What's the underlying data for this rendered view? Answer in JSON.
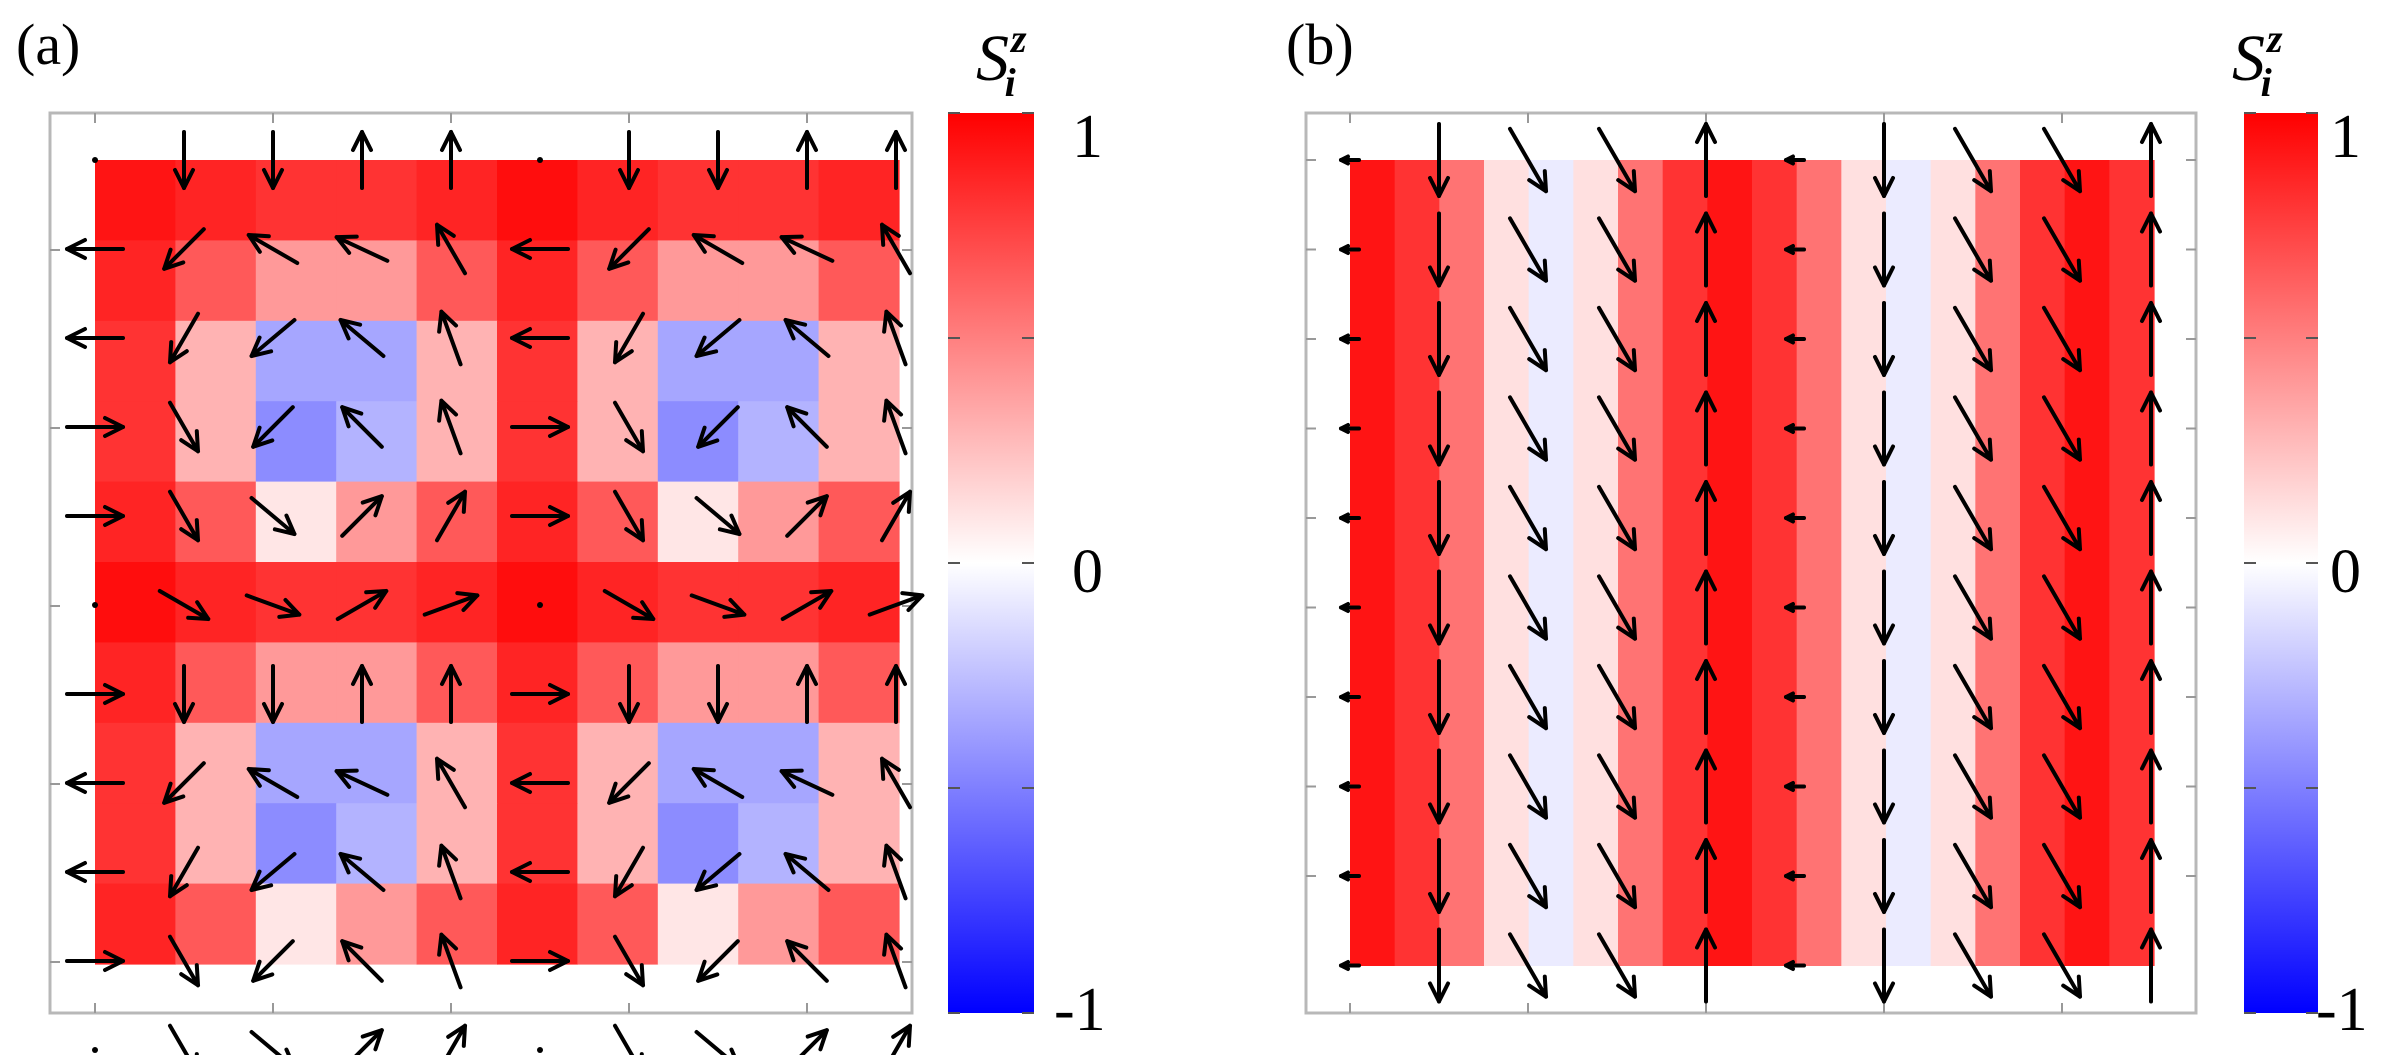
{
  "figure": {
    "panel_labels": [
      "(a)",
      "(b)"
    ],
    "colorbar": {
      "title_base": "S",
      "title_sub": "i",
      "title_sup": "z",
      "tick_labels": [
        "1",
        "0",
        "-1"
      ],
      "ticks": [
        1,
        0,
        -1
      ],
      "range": [
        -1,
        1
      ],
      "colors": {
        "low": "#0000ff",
        "mid": "#ffffff",
        "high": "#ff0000"
      }
    }
  },
  "chart_data": [
    {
      "type": "heatmap",
      "panel": "(a)",
      "title": "",
      "xlabel": "",
      "ylabel": "",
      "grid_size": [
        10,
        10
      ],
      "colorbar_label": "S_i^z",
      "zlim": [
        -1,
        1
      ],
      "z": [
        [
          0.92,
          0.86,
          0.8,
          0.8,
          0.86,
          0.95,
          0.86,
          0.8,
          0.8,
          0.86
        ],
        [
          0.86,
          0.65,
          0.4,
          0.4,
          0.65,
          0.86,
          0.65,
          0.4,
          0.4,
          0.65
        ],
        [
          0.8,
          0.3,
          -0.35,
          -0.35,
          0.3,
          0.8,
          0.3,
          -0.35,
          -0.35,
          0.3
        ],
        [
          0.8,
          0.3,
          -0.45,
          -0.3,
          0.3,
          0.8,
          0.3,
          -0.45,
          -0.3,
          0.3
        ],
        [
          0.86,
          0.65,
          0.1,
          0.4,
          0.65,
          0.86,
          0.65,
          0.1,
          0.4,
          0.65
        ],
        [
          0.95,
          0.86,
          0.8,
          0.8,
          0.86,
          0.95,
          0.86,
          0.8,
          0.8,
          0.86
        ],
        [
          0.86,
          0.65,
          0.4,
          0.4,
          0.65,
          0.86,
          0.65,
          0.4,
          0.4,
          0.65
        ],
        [
          0.8,
          0.3,
          -0.35,
          -0.35,
          0.3,
          0.8,
          0.3,
          -0.35,
          -0.35,
          0.3
        ],
        [
          0.8,
          0.3,
          -0.45,
          -0.3,
          0.3,
          0.8,
          0.3,
          -0.45,
          -0.3,
          0.3
        ],
        [
          0.86,
          0.65,
          0.1,
          0.4,
          0.65,
          0.86,
          0.65,
          0.1,
          0.4,
          0.65
        ]
      ],
      "spins_grid": [
        11,
        10
      ],
      "spins": [
        [
          0,
          -90,
          -90,
          90,
          90,
          0,
          -90,
          -90,
          90,
          90
        ],
        [
          180,
          225,
          150,
          155,
          120,
          180,
          225,
          150,
          155,
          120
        ],
        [
          180,
          240,
          220,
          140,
          110,
          180,
          240,
          220,
          140,
          110
        ],
        [
          0,
          300,
          225,
          135,
          110,
          0,
          300,
          225,
          135,
          110
        ],
        [
          0,
          300,
          320,
          45,
          60,
          0,
          300,
          320,
          45,
          60
        ],
        [
          0,
          -30,
          -20,
          30,
          20,
          0,
          -30,
          -20,
          30,
          20
        ],
        [
          0,
          -90,
          -90,
          90,
          90,
          0,
          -90,
          -90,
          90,
          90
        ],
        [
          180,
          225,
          150,
          155,
          120,
          180,
          225,
          150,
          155,
          120
        ],
        [
          180,
          240,
          220,
          140,
          110,
          180,
          240,
          220,
          140,
          110
        ],
        [
          0,
          300,
          225,
          135,
          110,
          0,
          300,
          225,
          135,
          110
        ],
        [
          0,
          300,
          320,
          45,
          60,
          0,
          300,
          320,
          45,
          60
        ]
      ],
      "spin_length": [
        0.1,
        0.6,
        0.6,
        0.6,
        0.6,
        0.1,
        0.6,
        0.6,
        0.6,
        0.6
      ]
    },
    {
      "type": "heatmap",
      "panel": "(b)",
      "title": "",
      "xlabel": "",
      "ylabel": "",
      "grid_size": [
        9,
        10
      ],
      "colorbar_label": "S_i^z",
      "zlim": [
        -1,
        1
      ],
      "column_values": [
        0.92,
        0.8,
        0.55,
        0.12,
        -0.08,
        0.12,
        0.55,
        0.8,
        0.92,
        0.8,
        0.55,
        0.12,
        -0.08,
        0.12,
        0.55,
        0.8,
        0.92,
        0.8
      ],
      "spins_grid": [
        10,
        10
      ],
      "spin_angles": [
        180,
        -90,
        -60,
        -60,
        90,
        180,
        -90,
        -60,
        -60,
        90
      ],
      "spin_lengths": [
        0.25,
        1.0,
        1.0,
        1.0,
        1.0,
        0.25,
        1.0,
        1.0,
        1.0,
        1.0
      ]
    }
  ]
}
